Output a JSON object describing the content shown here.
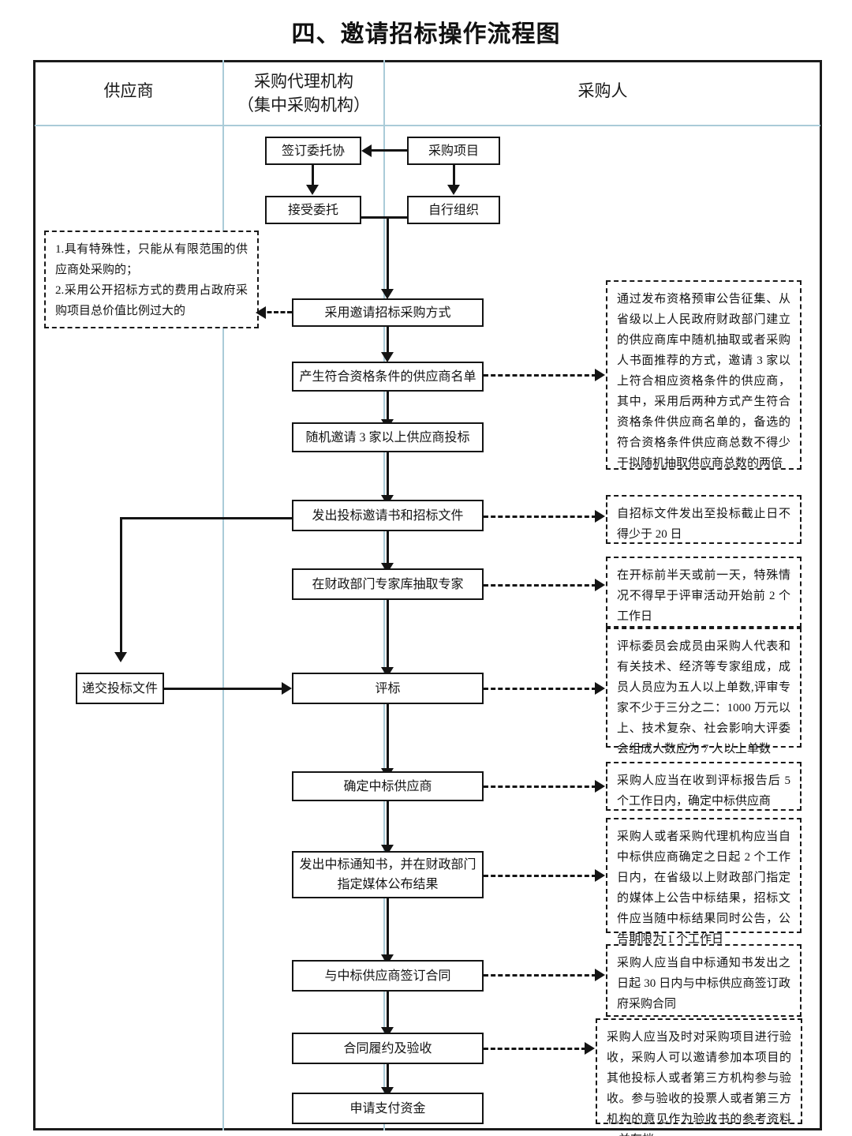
{
  "title": "四、邀请招标操作流程图",
  "columns": [
    {
      "name": "supplier",
      "label": "供应商"
    },
    {
      "name": "agency",
      "label": "采购代理机构\n（集中采购机构）",
      "line1": "采购代理机构",
      "line2": "（集中采购机构）"
    },
    {
      "name": "purchaser",
      "label": "采购人"
    }
  ],
  "nodes": {
    "sign_entrust": "签订委托协",
    "procurement_project": "采购项目",
    "accept_entrust": "接受委托",
    "self_organize": "自行组织",
    "adopt_invited_bidding": "采用邀请招标采购方式",
    "qualified_supplier_list": "产生符合资格条件的供应商名单",
    "invite_three_suppliers": "随机邀请 3 家以上供应商投标",
    "issue_invitation_docs": "发出投标邀请书和招标文件",
    "draw_experts": "在财政部门专家库抽取专家",
    "submit_bid_docs": "递交投标文件",
    "bid_evaluation": "评标",
    "determine_winner": "确定中标供应商",
    "issue_award_notice": "发出中标通知书，并在财政部门指定媒体公布结果",
    "sign_contract": "与中标供应商签订合同",
    "contract_performance": "合同履约及验收",
    "apply_payment": "申请支付资金"
  },
  "notes": {
    "conditions": "1.具有特殊性，只能从有限范围的供应商处采购的；\n2.采用公开招标方式的费用占政府采购项目总价值比例过大的",
    "qualified_list_rule": "通过发布资格预审公告征集、从省级以上人民政府财政部门建立的供应商库中随机抽取或者采购人书面推荐的方式，邀请 3 家以上符合相应资格条件的供应商，其中，采用后两种方式产生符合资格条件供应商名单的，备选的符合资格条件供应商总数不得少于拟随机抽取供应商总数的两倍",
    "bid_deadline_rule": "自招标文件发出至投标截止日不得少于 20 日",
    "expert_draw_rule": "在开标前半天或前一天，特殊情况不得早于评审活动开始前 2 个工作日",
    "committee_rule": "评标委员会成员由采购人代表和有关技术、经济等专家组成，成员人员应为五人以上单数,评审专家不少于三分之二：1000 万元以上、技术复杂、社会影响大评委会组成人数应为 7 人以上单数",
    "determine_winner_rule": "采购人应当在收到评标报告后 5 个工作日内，确定中标供应商",
    "announce_rule": "采购人或者采购代理机构应当自中标供应商确定之日起 2 个工作日内，在省级以上财政部门指定的媒体上公告中标结果，招标文件应当随中标结果同时公告，公告期限为 1 个工作日",
    "contract_rule": "采购人应当自中标通知书发出之日起 30 日内与中标供应商签订政府采购合同",
    "acceptance_rule": "采购人应当及时对采购项目进行验收，采购人可以邀请参加本项目的其他投标人或者第三方机构参与验收。参与验收的投票人或者第三方机构的意见作为验收书的参考资料一并存档"
  },
  "colors": {
    "line": "#141414",
    "column_divider": "#aacbd8",
    "frame": "#1b1b1b",
    "background": "#ffffff"
  }
}
